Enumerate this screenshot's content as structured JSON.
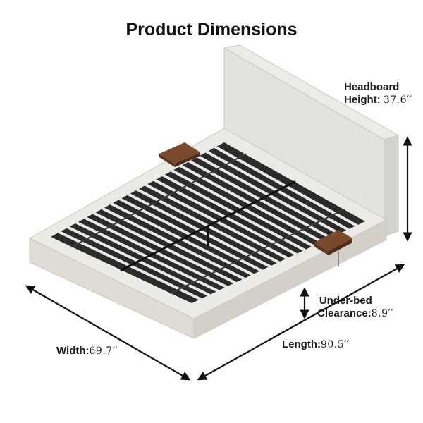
{
  "title": "Product Dimensions",
  "dimensions": {
    "headboard_height": {
      "label_line1": "Headboard",
      "label_line2": "Height:",
      "value": "37.6′′"
    },
    "under_bed_clearance": {
      "label_line1": "Under-bed",
      "label_line2": "Clearance:",
      "value": "8.9′′"
    },
    "length": {
      "label": "Length:",
      "value": "90.5′′"
    },
    "width": {
      "label": "Width:",
      "value": "69.7′′"
    }
  }
}
